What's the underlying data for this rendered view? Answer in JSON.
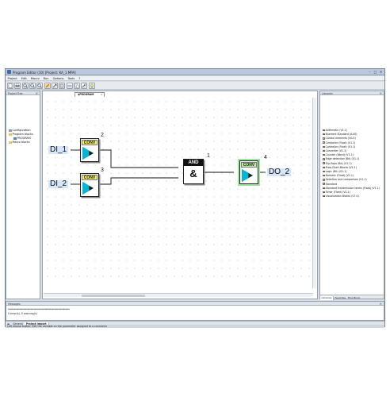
{
  "window": {
    "title": "Program Editor (10)  [Project: KA_1.MPA]",
    "controls": [
      "–",
      "□",
      "✕"
    ]
  },
  "menu": [
    "Project",
    "Edit",
    "Macro",
    "Run",
    "Options",
    "Tools",
    "?"
  ],
  "panels": {
    "project_tree": {
      "title": "Project Tree",
      "items": [
        {
          "label": "Configuration",
          "level": 0
        },
        {
          "label": "Program blocks",
          "level": 0
        },
        {
          "label": "PROGRAM",
          "level": 1
        },
        {
          "label": "Macro blocks",
          "level": 0
        }
      ]
    },
    "editor": {
      "tab_label": "$PROGRAM"
    },
    "libraries": {
      "title": "Libraries",
      "items": [
        "Arithmetic (V1.1)",
        "Buerkert Standard (A.00)",
        "Control elements (V0.0)",
        "Controller (Float) (V1.1)",
        "Controller (Float) (V1.1)",
        "Converter (V1.1)",
        "Counter (Word) (V1.1)",
        "Edge detection (Bit) (V1.1)",
        "Flip-flops (Bit) (V1.1)",
        "Flow-Chart-Blocks (V1.1)",
        "Logic (Bit) (V1.1)",
        "Numeric (Float) (V1.1)",
        "Selection and comparison (V1.1)",
        "Standard",
        "Standard transmission terms (Float) (V1.1)",
        "Timer (Float) (V1.1)",
        "Visualization Blocks (V7.0)"
      ],
      "tabs": [
        "Libraries",
        "Favorites",
        "Find Block"
      ]
    },
    "messages": {
      "title": "Messages",
      "lines": [
        "************************************************************",
        "0 error(s), 0 warning(s)"
      ]
    }
  },
  "bottom_tabs": [
    "General",
    "Project import"
  ],
  "status": "Left mouse button: Edit the variable on the parameter assigned to a connector",
  "diagram": {
    "inputs": [
      "DI_1",
      "DI_2"
    ],
    "output": "DO_2",
    "blocks": [
      {
        "id": "conv-2",
        "type": "CONV",
        "number": "2"
      },
      {
        "id": "conv-3",
        "type": "CONV",
        "number": "3"
      },
      {
        "id": "and-1",
        "type": "AND",
        "symbol": "&",
        "number": "1"
      },
      {
        "id": "conv-4",
        "type": "CONV",
        "number": "4"
      }
    ]
  },
  "colors": {
    "window_bg": "#d9dee5",
    "titlebar": "#b9c8dc",
    "conv_header": "#f4f36a",
    "conv_arrow": "#00b7d8",
    "selected_header": "#b8f0a0",
    "io_label_bg": "#d6e6fb",
    "and_header": "#111111"
  }
}
